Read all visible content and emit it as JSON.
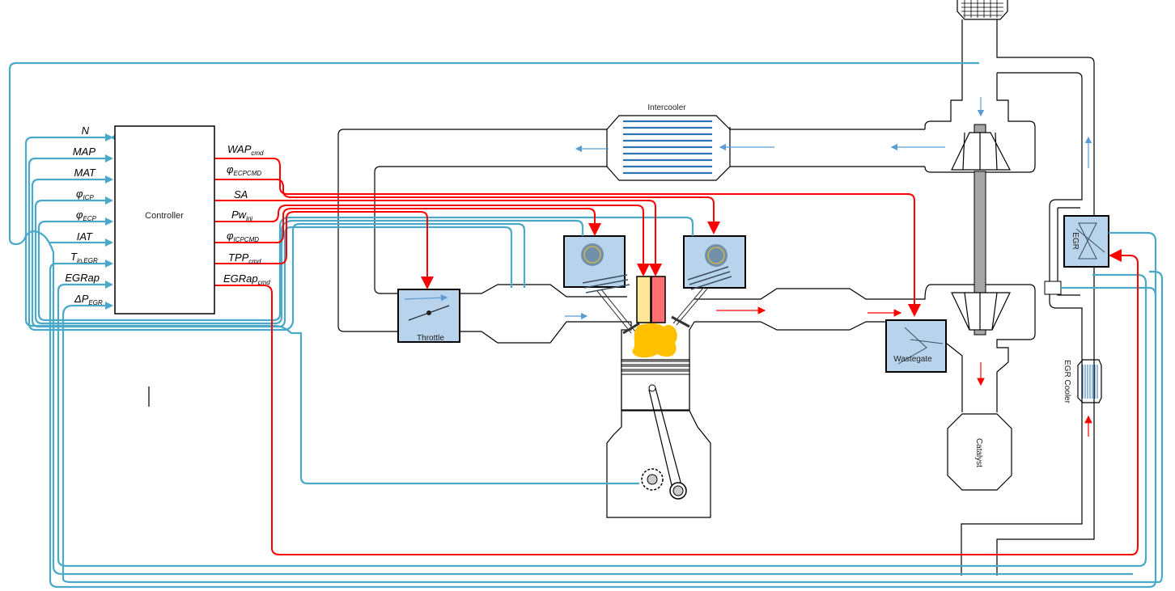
{
  "controller": {
    "label": "Controller",
    "inputs": [
      {
        "main": "N",
        "sub": ""
      },
      {
        "main": "MAP",
        "sub": ""
      },
      {
        "main": "MAT",
        "sub": ""
      },
      {
        "main": "φ",
        "sub": "ICP"
      },
      {
        "main": "φ",
        "sub": "ECP"
      },
      {
        "main": "IAT",
        "sub": ""
      },
      {
        "main": "T",
        "sub": "in,EGR"
      },
      {
        "main": "EGRap",
        "sub": ""
      },
      {
        "main": "ΔP",
        "sub": "EGR"
      }
    ],
    "outputs": [
      {
        "main": "WAP",
        "sub": "cmd"
      },
      {
        "main": "φ",
        "sub": "ECPCMD"
      },
      {
        "main": "SA",
        "sub": ""
      },
      {
        "main": "Pw",
        "sub": "inj"
      },
      {
        "main": "φ",
        "sub": "ICPCMD"
      },
      {
        "main": "TPP",
        "sub": "cmd"
      },
      {
        "main": "EGRap",
        "sub": "cmd"
      }
    ]
  },
  "components": {
    "intercooler": "Intercooler",
    "throttle": "Throttle",
    "wastegate": "Wastegate",
    "catalyst": "Catalyst",
    "egr_valve": "EGR",
    "egr_cooler": "EGR Cooler"
  },
  "colors": {
    "sensor_line": "#4aa8c8",
    "command_line": "#ff0000",
    "actuator_fill": "#b8d3ec",
    "flow_arrow": "#5b9bd5",
    "combustion": "#ffc000"
  }
}
